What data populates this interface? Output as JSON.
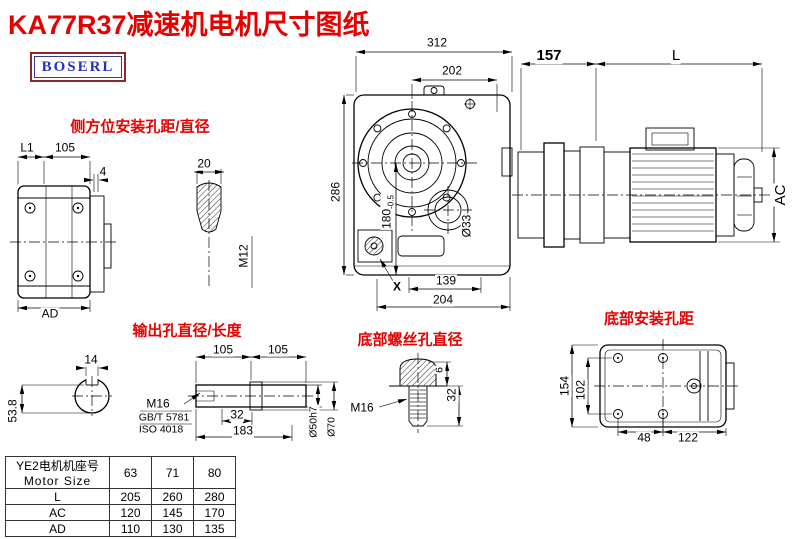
{
  "page": {
    "title": "KA77R37减速机电机尺寸图纸",
    "logo": "BOSERL"
  },
  "annotations": {
    "side_mount": "侧方位安装孔距/直径",
    "output_hole": "输出孔直径/长度",
    "bottom_screw": "底部螺丝孔直径",
    "bottom_mount": "底部安装孔距"
  },
  "dims": {
    "overall_width": "312",
    "flange_span": "202",
    "adapter_len": "157",
    "motor_len": "L",
    "overall_height": "286",
    "center_height": "180",
    "center_height_tol": "-0.5",
    "output_bore": "Ø33",
    "side_thread": "M12",
    "side_depth": "20",
    "x_mark": "X",
    "bottom_139": "139",
    "bottom_204": "204",
    "side_l1": "L1",
    "side_105": "105",
    "side_gap": "4",
    "side_ad": "AD",
    "motor_ac": "AC",
    "key_w": "14",
    "key_h": "53.8",
    "shaft_105a": "105",
    "shaft_105b": "105",
    "shaft_thread": "M16",
    "std_gb": "GB/T 5781",
    "std_iso": "ISO 4018",
    "shaft_32": "32",
    "shaft_183": "183",
    "shaft_d50": "Ø50h7",
    "shaft_d70": "Ø70",
    "bolt_thread": "M16",
    "bolt_6": "6",
    "bolt_32": "32",
    "mount_154": "154",
    "mount_102": "102",
    "mount_48": "48",
    "mount_122": "122"
  },
  "table": {
    "header_cn": "YE2电机机座号",
    "header_en": "Motor Size",
    "sizes": [
      "63",
      "71",
      "80"
    ],
    "rows": [
      {
        "label": "L",
        "v": [
          "205",
          "260",
          "280"
        ]
      },
      {
        "label": "AC",
        "v": [
          "120",
          "145",
          "170"
        ]
      },
      {
        "label": "AD",
        "v": [
          "110",
          "130",
          "135"
        ]
      }
    ]
  }
}
